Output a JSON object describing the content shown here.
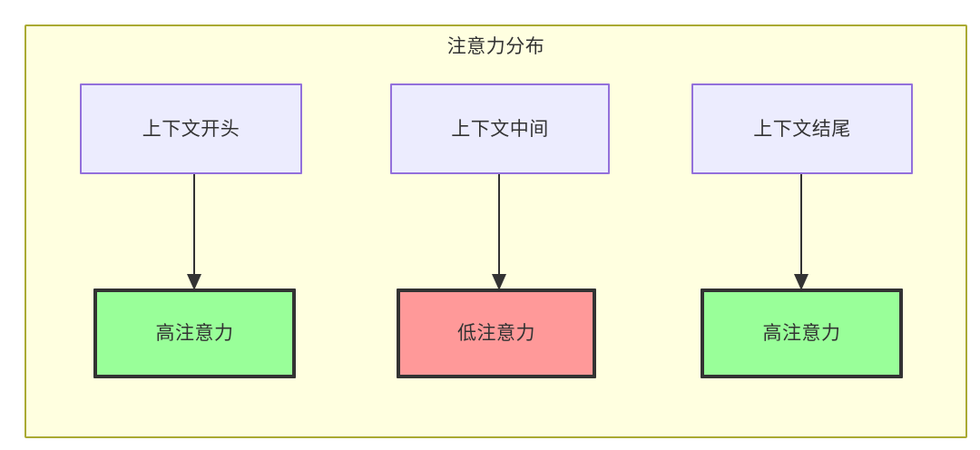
{
  "diagram": {
    "title": "注意力分布",
    "type": "flowchart",
    "orientation": "top-down",
    "container": {
      "label": "注意力分布",
      "fill_color": "#FFFFE0",
      "border_color": "#AAAA33"
    },
    "palette": {
      "context_fill": "#ECECFE",
      "context_border": "#9370DB",
      "high_attention_fill": "#99FF99",
      "low_attention_fill": "#FF9999",
      "attention_border": "#333333",
      "edge_color": "#333333",
      "text_color": "#333333"
    },
    "columns": [
      {
        "id": "start",
        "source": {
          "label": "上下文开头",
          "style": "context"
        },
        "target": {
          "label": "高注意力",
          "style": "high"
        }
      },
      {
        "id": "middle",
        "source": {
          "label": "上下文中间",
          "style": "context"
        },
        "target": {
          "label": "低注意力",
          "style": "low"
        }
      },
      {
        "id": "end",
        "source": {
          "label": "上下文结尾",
          "style": "context"
        },
        "target": {
          "label": "高注意力",
          "style": "high"
        }
      }
    ],
    "edges": [
      {
        "from": "上下文开头",
        "to": "高注意力",
        "label": "",
        "arrow": "filled-triangle"
      },
      {
        "from": "上下文中间",
        "to": "低注意力",
        "label": "",
        "arrow": "filled-triangle"
      },
      {
        "from": "上下文结尾",
        "to": "高注意力",
        "label": "",
        "arrow": "filled-triangle"
      }
    ]
  }
}
